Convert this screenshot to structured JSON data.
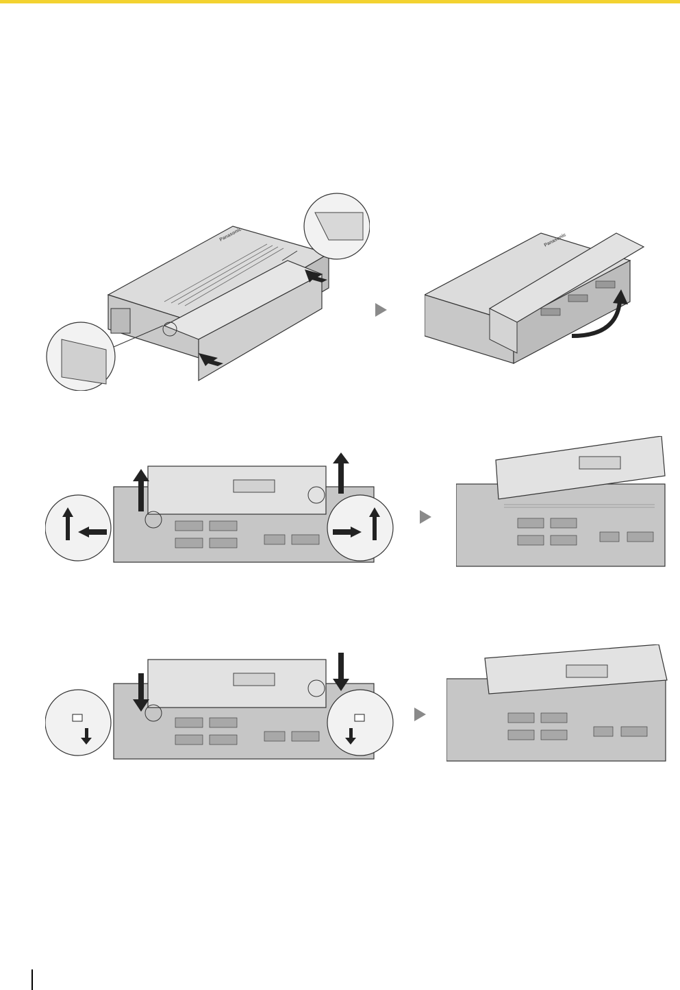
{
  "page": {
    "accent_color": "#f3d230",
    "brand_text": "Panasonic"
  },
  "figures": [
    {
      "id": "remove-front-cover",
      "description_icons": [
        "unit-illustration",
        "magnify-circle-icon",
        "arrow-icon"
      ]
    },
    {
      "id": "cover-opened",
      "description_icons": [
        "unit-illustration",
        "curved-arrow-icon"
      ]
    },
    {
      "id": "lift-cover-up",
      "description_icons": [
        "unit-illustration",
        "up-arrow-icon",
        "magnify-circle-icon"
      ]
    },
    {
      "id": "cover-lifted",
      "description_icons": [
        "unit-illustration"
      ]
    },
    {
      "id": "push-cover-down",
      "description_icons": [
        "unit-illustration",
        "down-arrow-icon",
        "magnify-circle-icon"
      ]
    },
    {
      "id": "cover-closed",
      "description_icons": [
        "unit-illustration"
      ]
    }
  ]
}
